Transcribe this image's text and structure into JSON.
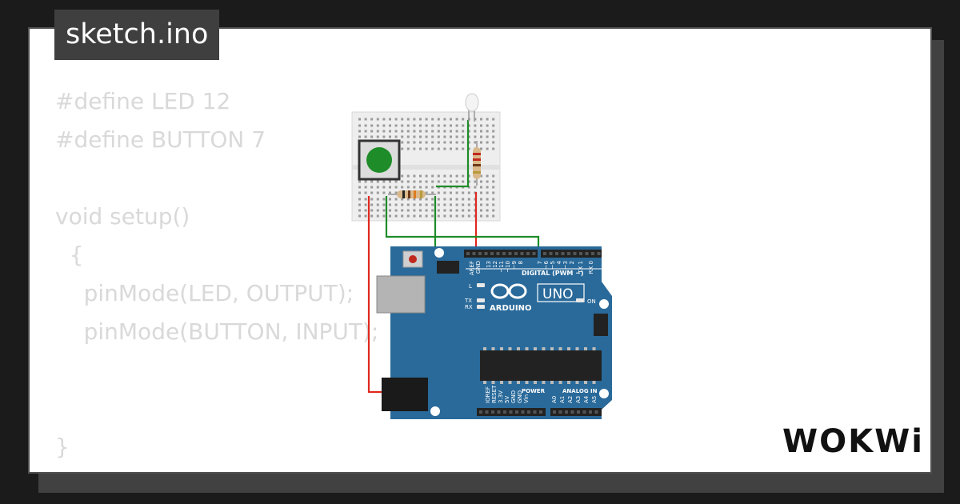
{
  "tab": {
    "filename": "sketch.ino"
  },
  "code_lines": [
    "#define LED 12",
    "#define BUTTON 7",
    "",
    "void setup()",
    "  {",
    "    pinMode(LED, OUTPUT);",
    "    pinMode(BUTTON, INPUT);",
    "",
    "",
    "}"
  ],
  "board": {
    "brand": "ARDUINO",
    "model": "UNO",
    "digital_label": "DIGITAL (PWM ~)",
    "power_label": "POWER",
    "analog_label": "ANALOG IN",
    "on_label": "ON",
    "led_l": "L",
    "led_tx": "TX",
    "led_rx": "RX",
    "top_pins": [
      "AREF",
      "GND",
      "13",
      "12",
      "~11",
      "~10",
      "~9",
      "8",
      "7",
      "~6",
      "~5",
      "4",
      "~3",
      "2",
      "TX 1",
      "RX 0"
    ],
    "power_pins": [
      "IOREF",
      "RESET",
      "3.3V",
      "5V",
      "GND",
      "GND",
      "Vin"
    ],
    "analog_pins": [
      "A0",
      "A1",
      "A2",
      "A3",
      "A4",
      "A5"
    ]
  },
  "brand": {
    "logo_text": "WOKWi"
  },
  "colors": {
    "background": "#1b1b1b",
    "card": "#ffffff",
    "code_text": "#d9d9d9",
    "board": "#2a6a9a",
    "button_cap": "#1e8c28",
    "wire_red": "#e0281e",
    "wire_green": "#1e8c28"
  }
}
